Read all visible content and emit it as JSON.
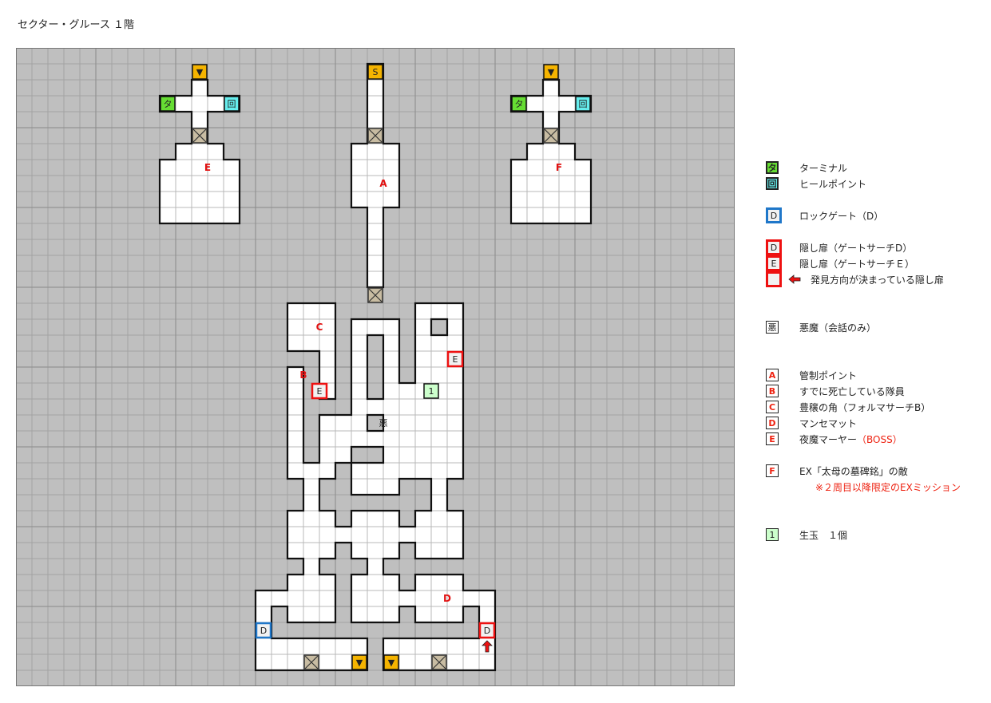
{
  "title": "セクター・グルース １階",
  "map": {
    "colors": {
      "bg": "#bfbfbf",
      "floor": "#ffffff",
      "wall": "#111111",
      "stair": "#f5b400",
      "terminal": "#66dd33",
      "heal": "#66eeee",
      "lock": "#1f77c9",
      "hidden": "#ee1111",
      "item": "#ccffcc",
      "label": "#e21111"
    },
    "labels": {
      "start": "S",
      "stair_down": "▼",
      "terminal": "タ",
      "heal": "回",
      "room_e": "E",
      "room_a": "A",
      "room_f": "F",
      "room_c": "C",
      "room_b": "B",
      "room_d": "D",
      "devil": "悪",
      "item": "1",
      "hidden_e": "E",
      "hidden_d": "D",
      "lock_d": "D"
    }
  },
  "legend": {
    "terminal": {
      "symbol": "タ",
      "text": "ターミナル"
    },
    "heal": {
      "symbol": "回",
      "text": "ヒールポイント"
    },
    "lock": {
      "symbol": "D",
      "text": "ロックゲート（D）"
    },
    "hidden_d": {
      "symbol": "D",
      "text": "隠し扉（ゲートサーチD）"
    },
    "hidden_e": {
      "symbol": "E",
      "text": "隠し扉（ゲートサーチＥ）"
    },
    "hidden_dir": {
      "symbol": "",
      "text": "発見方向が決まっている隠し扉"
    },
    "devil": {
      "symbol": "悪",
      "text": "悪魔（会話のみ）"
    },
    "a": {
      "symbol": "A",
      "text": "管制ポイント"
    },
    "b": {
      "symbol": "B",
      "text": "すでに死亡している隊員"
    },
    "c": {
      "symbol": "C",
      "text": "豊穣の角（フォルマサーチB）"
    },
    "d": {
      "symbol": "D",
      "text": "マンセマット"
    },
    "e": {
      "symbol": "E",
      "text": "夜魔マーヤー",
      "boss": "（BOSS）"
    },
    "f": {
      "symbol": "F",
      "text": "EX「太母の墓碑銘」の敵"
    },
    "f_note": "※２周目以降限定のEXミッション",
    "item": {
      "symbol": "1",
      "text": "生玉　１個"
    }
  }
}
